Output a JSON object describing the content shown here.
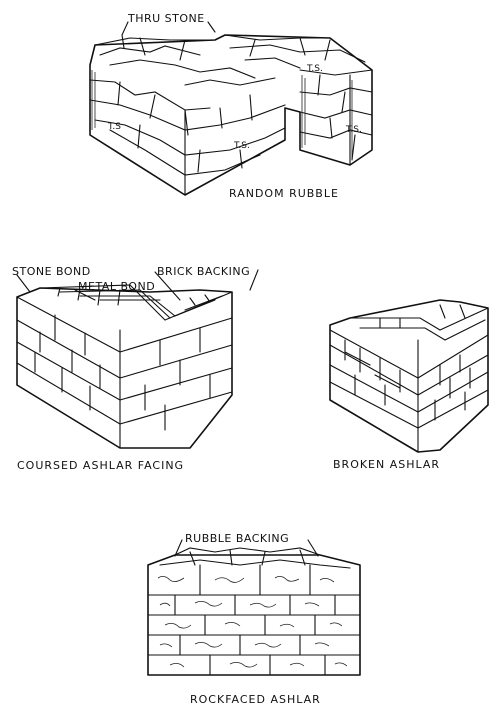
{
  "random_rubble": {
    "caption": "RANDOM RUBBLE",
    "callout_thru_stone": "THRU STONE",
    "ts_marks": [
      "T.S.",
      "T.S",
      "T.S.",
      "T.S."
    ]
  },
  "coursed_ashlar": {
    "caption": "COURSED ASHLAR FACING",
    "callout_stone_bond": "STONE BOND",
    "callout_metal_bond": "METAL BOND",
    "callout_brick_backing": "BRICK BACKING"
  },
  "broken_ashlar": {
    "caption": "BROKEN ASHLAR"
  },
  "rockfaced_ashlar": {
    "caption": "ROCKFACED ASHLAR",
    "callout_rubble_backing": "RUBBLE BACKING"
  }
}
